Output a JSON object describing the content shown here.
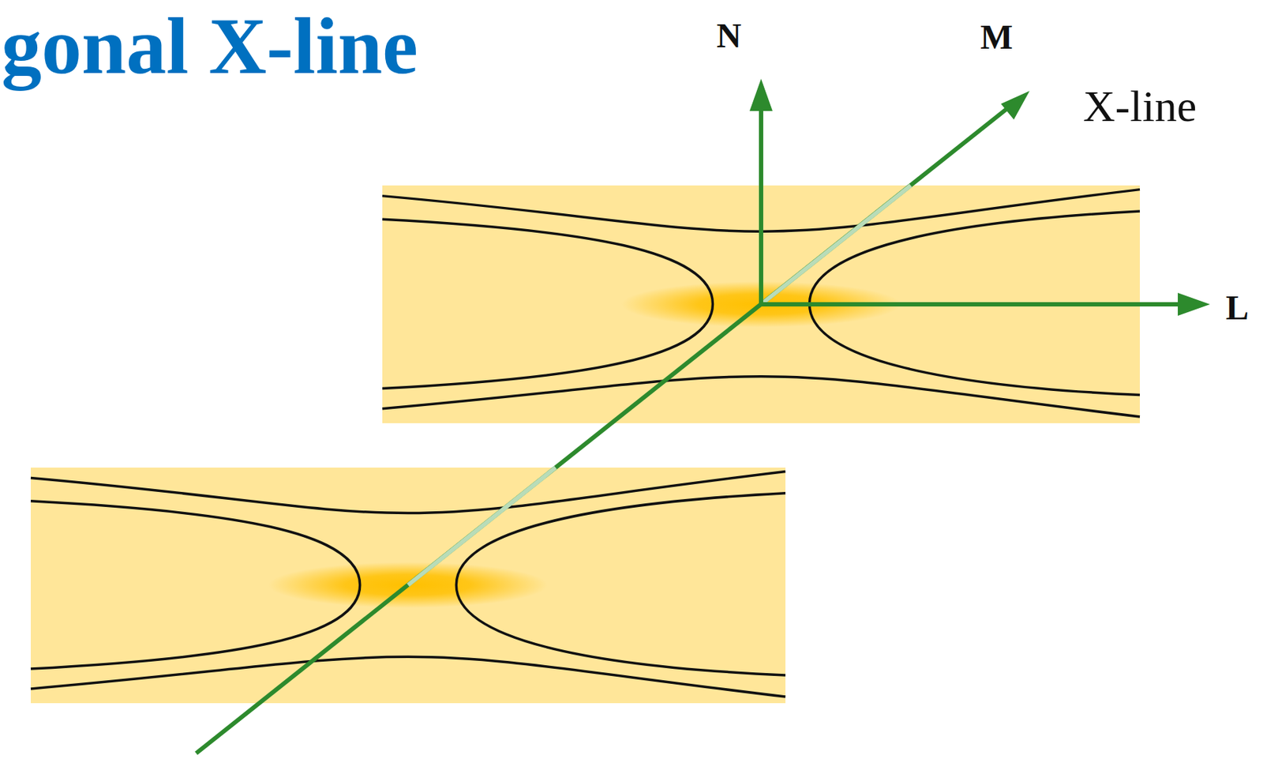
{
  "diagram": {
    "title": "gonal X-line",
    "labels": [
      "N",
      "M",
      "X-line",
      "L"
    ]
  }
}
